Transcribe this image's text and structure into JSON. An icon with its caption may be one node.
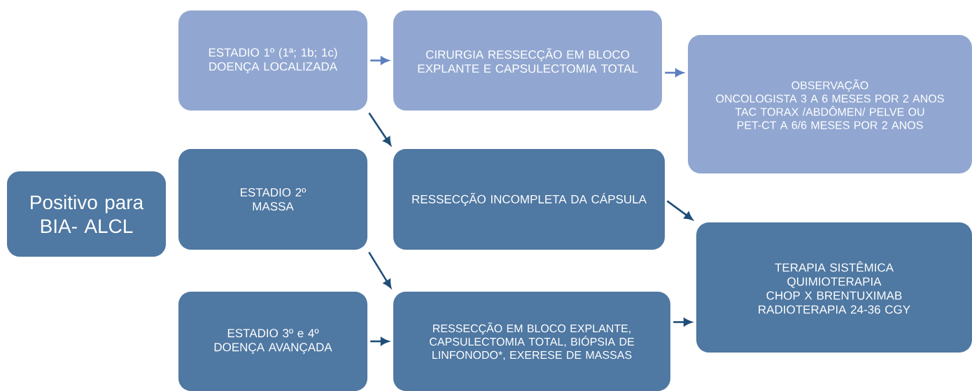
{
  "diagram": {
    "nodes": [
      {
        "text": [
          "Positivo para BIA- ALCL"
        ]
      },
      {
        "text": [
          "ESTADIO 1º (1ª; 1b; 1c)",
          "DOENÇA LOCALIZADA"
        ]
      },
      {
        "text": [
          "CIRURGIA RESSECÇÃO EM BLOCO EXPLANTE E CAPSULECTOMIA TOTAL"
        ]
      },
      {
        "text": [
          "OBSERVAÇÃO",
          "ONCOLOGISTA 3 A 6 MESES POR 2 ANOS",
          "TAC TORAX /ABDÔMEN/ PELVE OU PET-CT A 6/6 MESES POR 2 ANOS"
        ]
      },
      {
        "text": [
          "ESTADIO 2º",
          "MASSA"
        ]
      },
      {
        "text": [
          "RESSECÇÃO INCOMPLETA DA CÁPSULA"
        ]
      },
      {
        "text": [
          "ESTADIO 3º e 4º",
          "DOENÇA AVANÇADA"
        ]
      },
      {
        "text": [
          "RESSECÇÃO EM BLOCO EXPLANTE, CAPSULECTOMIA TOTAL, BIÓPSIA DE LINFONODO*, EXERESE DE MASSAS"
        ]
      },
      {
        "text": [
          "TERAPIA SISTÊMICA",
          "QUIMIOTERAPIA",
          "CHOP X BRENTUXIMAB",
          "RADIOTERAPIA 24-36 CGY"
        ]
      }
    ],
    "edges": [
      {
        "from": 1,
        "to": 2,
        "arrow": "to",
        "color": "#5b7fc0"
      },
      {
        "from": 2,
        "to": 3,
        "arrow": "to",
        "color": "#5b7fc0"
      },
      {
        "from": 1,
        "to": 5,
        "arrow": "to"
      },
      {
        "from": 5,
        "to": 8,
        "arrow": "to"
      },
      {
        "from": 4,
        "to": 7,
        "arrow": "to"
      },
      {
        "from": 6,
        "to": 7,
        "arrow": "to"
      },
      {
        "from": 7,
        "to": 8,
        "arrow": "to"
      }
    ]
  }
}
